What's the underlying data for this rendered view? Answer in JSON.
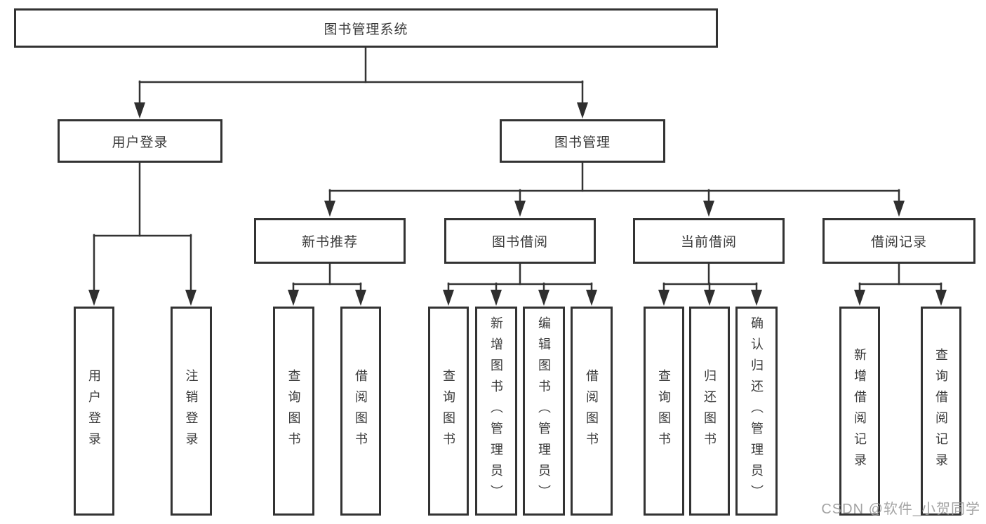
{
  "tree": {
    "label": "图书管理系统",
    "children": [
      {
        "label": "用户登录",
        "children": [
          {
            "label": "用户登录"
          },
          {
            "label": "注销登录"
          }
        ]
      },
      {
        "label": "图书管理",
        "children": [
          {
            "label": "新书推荐",
            "children": [
              {
                "label": "查询图书"
              },
              {
                "label": "借阅图书"
              }
            ]
          },
          {
            "label": "图书借阅",
            "children": [
              {
                "label": "查询图书"
              },
              {
                "label": "新增图书（管理员）"
              },
              {
                "label": "编辑图书（管理员）"
              },
              {
                "label": "借阅图书"
              }
            ]
          },
          {
            "label": "当前借阅",
            "children": [
              {
                "label": "查询图书"
              },
              {
                "label": "归还图书"
              },
              {
                "label": "确认归还（管理员）"
              }
            ]
          },
          {
            "label": "借阅记录",
            "children": [
              {
                "label": "新增借阅记录"
              },
              {
                "label": "查询借阅记录"
              }
            ]
          }
        ]
      }
    ]
  },
  "watermark": {
    "text": "CSDN @软件_小贺同学"
  },
  "colors": {
    "line": "#333333",
    "arrow": "#2f2f2f",
    "text": "#3a3a3a",
    "watermark": "#969696",
    "background": "#ffffff"
  }
}
